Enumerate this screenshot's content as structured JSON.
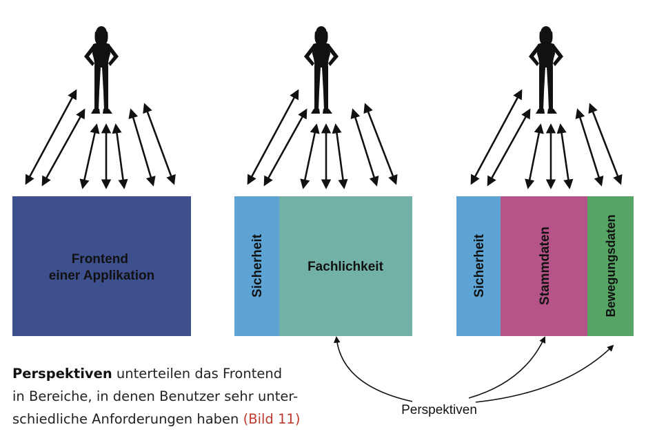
{
  "panels": [
    {
      "name": "panel-1",
      "boxes": [
        {
          "label_lines": [
            "Frontend",
            "einer Applikation"
          ],
          "color": "#3d4f8c",
          "orientation": "horizontal"
        }
      ]
    },
    {
      "name": "panel-2",
      "boxes": [
        {
          "label_lines": [
            "Sicherheit"
          ],
          "color": "#5da4d4",
          "orientation": "vertical"
        },
        {
          "label_lines": [
            "Fachlichkeit"
          ],
          "color": "#72b2a6",
          "orientation": "horizontal"
        }
      ]
    },
    {
      "name": "panel-3",
      "boxes": [
        {
          "label_lines": [
            "Sicherheit"
          ],
          "color": "#5da4d4",
          "orientation": "vertical"
        },
        {
          "label_lines": [
            "Stammdaten"
          ],
          "color": "#b65389",
          "orientation": "vertical"
        },
        {
          "label_lines": [
            "Bewegungsdaten"
          ],
          "color": "#56a565",
          "orientation": "vertical"
        }
      ]
    }
  ],
  "perspectives_label": "Perspektiven",
  "caption": {
    "bold": "Perspektiven",
    "line1_rest": " unterteilen das Frontend",
    "line2": "in Bereiche, in denen Benutzer sehr unter-",
    "line3": "schiedliche Anforderungen haben ",
    "figure_ref": "(Bild 11)"
  },
  "colors": {
    "arrow": "#111111",
    "person": "#111111",
    "figure_ref": "#c0392b"
  },
  "icons": [
    "person-silhouette-icon",
    "double-arrow-icon"
  ]
}
